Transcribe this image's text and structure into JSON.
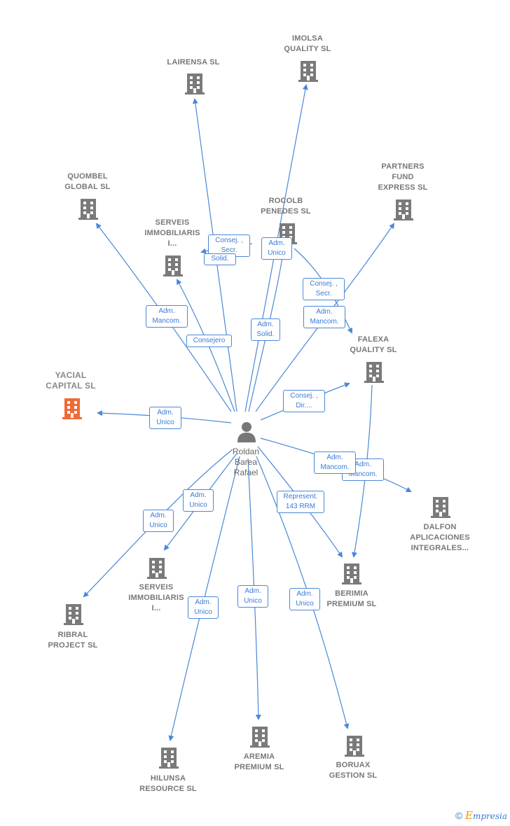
{
  "colors": {
    "edge": "#4a88d6",
    "building": "#7a7a7a",
    "focus_building": "#f06a35",
    "person": "#777777"
  },
  "person": {
    "name": "Roldan\nBarea\nRafael",
    "icon": "person-icon"
  },
  "companies": [
    {
      "id": "lairensa",
      "name": "LAIRENSA  SL"
    },
    {
      "id": "imolsa",
      "name": "IMOLSA\nQUALITY  SL"
    },
    {
      "id": "quombel",
      "name": "QUOMBEL\nGLOBAL  SL"
    },
    {
      "id": "partners",
      "name": "PARTNERS\nFUND\nEXPRESS SL"
    },
    {
      "id": "rocolb",
      "name": "ROCOLB\nPENEDES  SL"
    },
    {
      "id": "serveis1",
      "name": "SERVEIS\nIMMOBILIARIS\nI..."
    },
    {
      "id": "falexa",
      "name": "FALEXA\nQUALITY  SL"
    },
    {
      "id": "yacial",
      "name": "YACIAL\nCAPITAL  SL"
    },
    {
      "id": "dalfon",
      "name": "DALFON\nAPLICACIONES\nINTEGRALES..."
    },
    {
      "id": "serveis2",
      "name": "SERVEIS\nIMMOBILIARIS\nI..."
    },
    {
      "id": "berimia",
      "name": "BERIMIA\nPREMIUM  SL"
    },
    {
      "id": "ribral",
      "name": "RIBRAL\nPROJECT SL"
    },
    {
      "id": "hilunsa",
      "name": "HILUNSA\nRESOURCE  SL"
    },
    {
      "id": "aremia",
      "name": "AREMIA\nPREMIUM SL"
    },
    {
      "id": "boruax",
      "name": "BORUAX\nGESTION  SL"
    }
  ],
  "relations": [
    {
      "id": "r-lairensa-consej",
      "text": "Consej. ,\nSecr."
    },
    {
      "id": "r-lairensa-solid",
      "text": "Solid."
    },
    {
      "id": "r-imolsa",
      "text": "Adm.\nSolid."
    },
    {
      "id": "r-rocolb",
      "text": "Adm.\nUnico"
    },
    {
      "id": "r-quombel",
      "text": "Adm.\nMancom."
    },
    {
      "id": "r-serveis1",
      "text": "Consejero"
    },
    {
      "id": "r-partners",
      "text": "Consej. ,\nSecr."
    },
    {
      "id": "r-falexa-mancom",
      "text": "Adm.\nMancom."
    },
    {
      "id": "r-falexa-dir",
      "text": "Consej. ,\nDir...."
    },
    {
      "id": "r-yacial",
      "text": "Adm.\nUnico"
    },
    {
      "id": "r-dalfon-2",
      "text": "Adm.\nMancom."
    },
    {
      "id": "r-dalfon-1",
      "text": "Adm.\nMancom."
    },
    {
      "id": "r-berimia",
      "text": "Represent.\n143 RRM"
    },
    {
      "id": "r-serveis2",
      "text": "Adm.\nUnico"
    },
    {
      "id": "r-ribral",
      "text": "Adm.\nUnico"
    },
    {
      "id": "r-hilunsa",
      "text": "Adm.\nUnico"
    },
    {
      "id": "r-aremia",
      "text": "Adm.\nUnico"
    },
    {
      "id": "r-boruax",
      "text": "Adm.\nUnico"
    }
  ],
  "footer": {
    "copyright": "©",
    "brand_initial": "E",
    "brand_rest": "mpresia"
  }
}
